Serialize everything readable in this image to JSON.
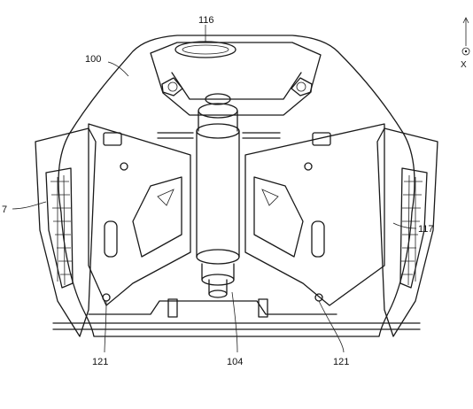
{
  "figure": {
    "labels": {
      "top": "116",
      "body": "100",
      "left": "7",
      "right": "117",
      "bottom_left": "121",
      "bottom_center": "104",
      "bottom_right": "121"
    },
    "axis": {
      "x_label": "X"
    }
  }
}
